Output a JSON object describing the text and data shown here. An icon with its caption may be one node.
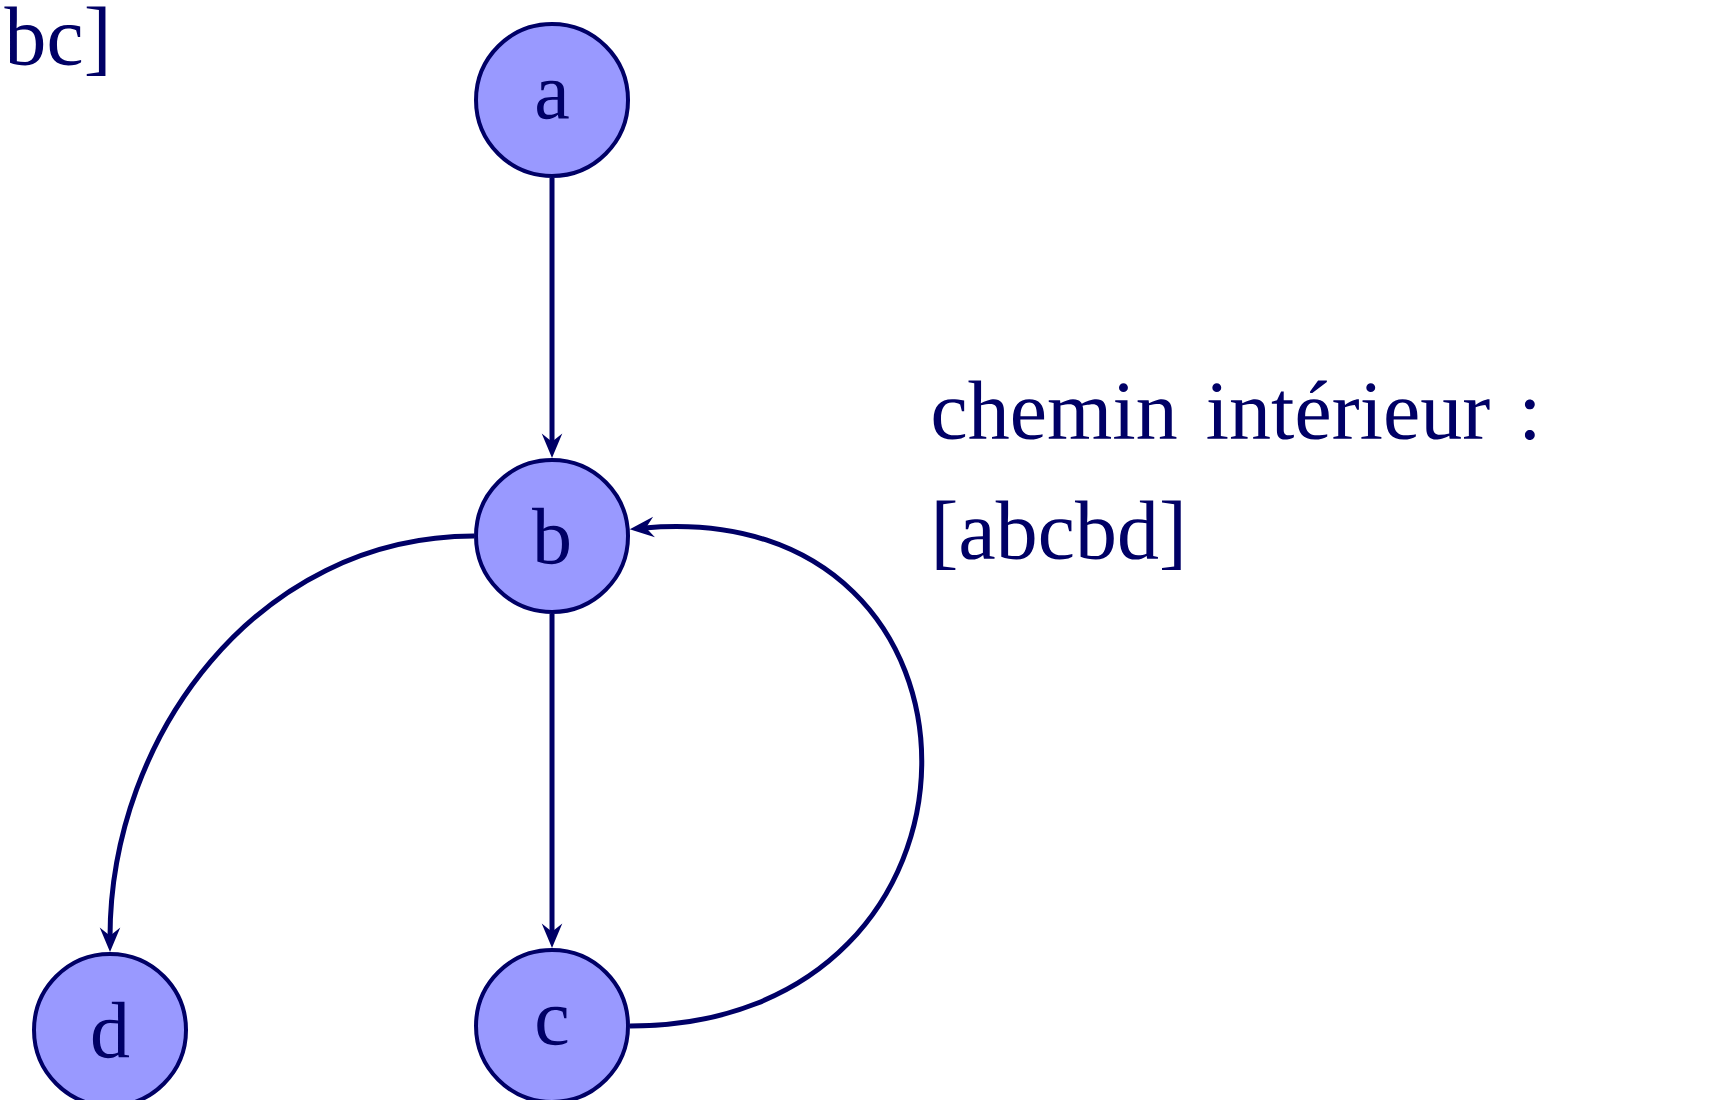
{
  "diagram": {
    "nodes": [
      {
        "text": [
          "a"
        ]
      },
      {
        "text": [
          "b"
        ]
      },
      {
        "text": [
          "d"
        ]
      },
      {
        "text": [
          "c"
        ]
      }
    ],
    "edges": [
      {
        "from": 0,
        "to": 1,
        "arrow": "to"
      },
      {
        "from": 1,
        "to": 2,
        "arrow": "to"
      },
      {
        "from": 1,
        "to": 3,
        "arrow": "to"
      },
      {
        "from": 3,
        "to": 1,
        "arrow": "to"
      }
    ],
    "labels": [
      "bc]",
      "chemin intérieur : [abcbd]"
    ]
  }
}
